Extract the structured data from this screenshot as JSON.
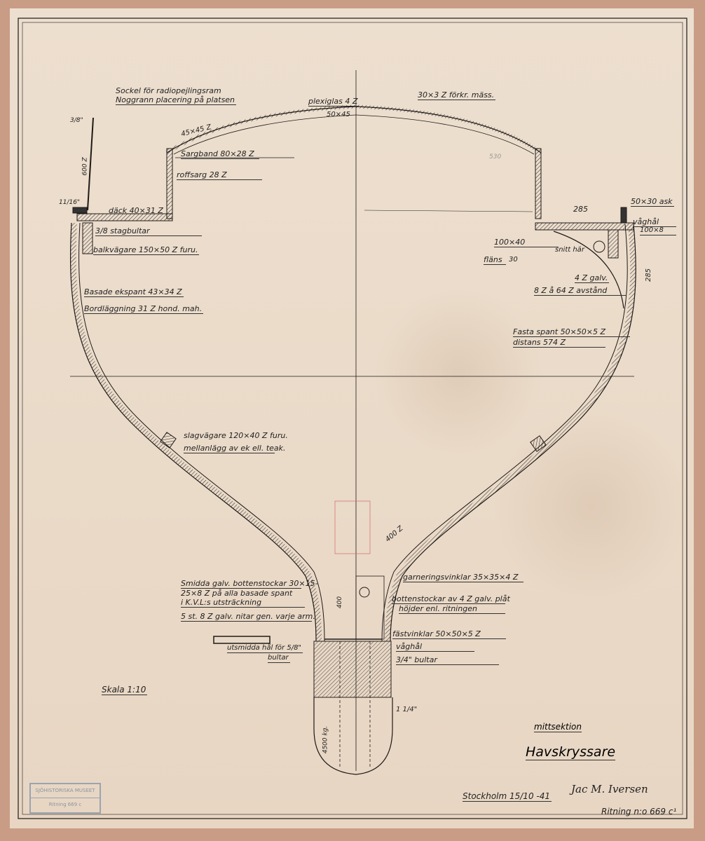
{
  "drawing": {
    "title": "Havskryssare",
    "subtitle": "mittsektion",
    "scale": "Skala 1:10",
    "place_date": "Stockholm 15/10 -41",
    "signature": "Jac M. Iversen",
    "drawing_number": "Ritning n:o 669 c¹",
    "stamp": [
      "SJÖHISTORISKA MUSEET",
      "Ritning 669 c"
    ]
  },
  "labels": {
    "sockel1": "Sockel för radiopejlingsram",
    "sockel2": "Noggrann placering på platsen",
    "plexiglas": "plexiglas 4 Z",
    "roof_beam": "50×45",
    "fork_mass": "30×3 Z förkr. mäss.",
    "beam45": "45×45 Z",
    "sargband": "Sargband 80×28 Z",
    "roffsarg": "roffsarg 28 Z",
    "stanchion_top": "3/8\"",
    "stanchion_h": "600 Z",
    "stanchion_base": "11/16\"",
    "dack": "däck 40×31 Z",
    "stagbultar": "3/8 stagbultar",
    "balkvagare": "balkvägare 150×50 Z furu.",
    "basade": "Basade ekspant 43×34 Z",
    "bordlaggning": "Bordläggning 31 Z hond. mah.",
    "ask": "50×30 ask",
    "dim285a": "285",
    "vaghal1": "våghål",
    "plate100x8": "100×8",
    "beam100x40": "100×40",
    "flans": "fläns",
    "flans30": "30",
    "snitt": "snitt här",
    "galv4": "4 Z galv.",
    "rivets": "8 Z å 64 Z avstånd",
    "dim285b": "285",
    "fasta1": "Fasta spant 50×50×5 Z",
    "fasta2": "distans 574 Z",
    "slag1": "slagvägare 120×40 Z furu.",
    "slag2": "mellanlägg av ek ell. teak.",
    "dim400a": "400 Z",
    "garnering": "garneringsvinklar 35×35×4 Z",
    "smidda1": "Smidda galv. bottenstockar 30×15-",
    "smidda2": "25×8 Z på alla basade spant",
    "smidda3": "i K.V.L:s utsträckning",
    "nitar": "5 st. 8 Z galv. nitar gen. varje arm.",
    "dim400b": "400",
    "bottenstockar1": "bottenstockar av 4 Z galv. plåt",
    "bottenstockar2": "höjder enl. ritningen",
    "fastvinklar": "fästvinklar 50×50×5 Z",
    "vaghal2": "våghål",
    "bultar34": "3/4\" bultar",
    "utsmidda1": "utsmidda hål för 5/8\"",
    "utsmidda2": "bultar",
    "bolt114": "1 1/4\"",
    "keel_weight": "4500 kg.",
    "pencil": "530"
  },
  "colors": {
    "ink": "#1e1a18",
    "paper": "#ecdccb",
    "border": "#c99c86",
    "pencil_red": "#d46a6a"
  }
}
